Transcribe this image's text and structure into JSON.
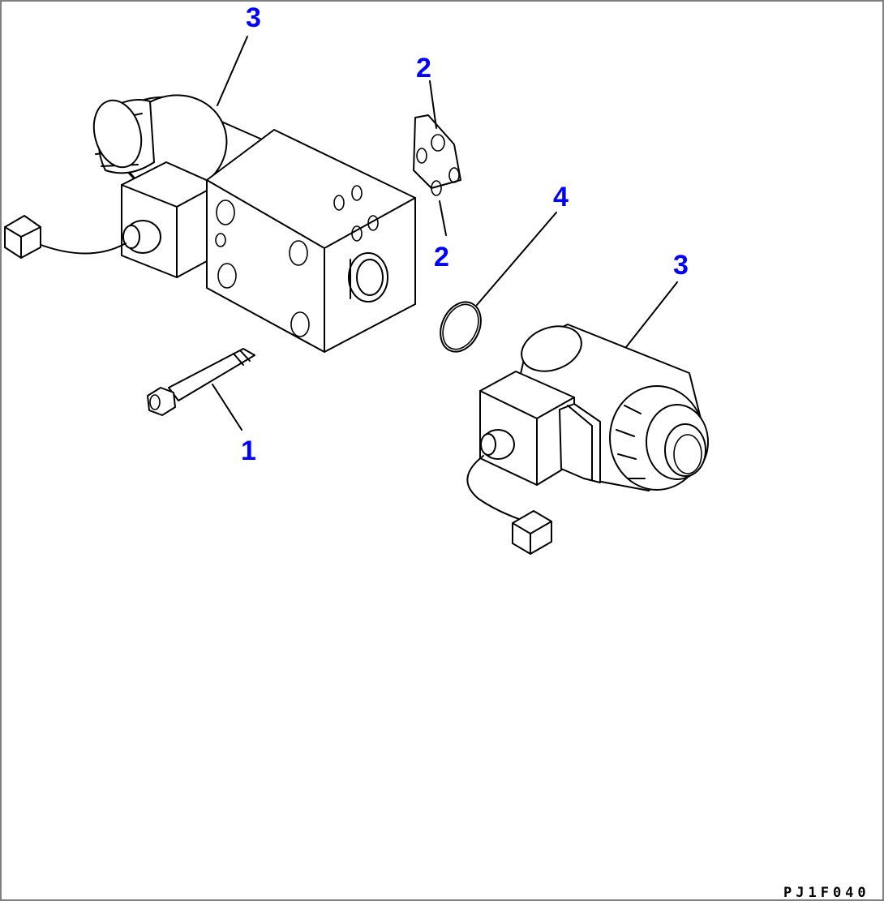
{
  "drawing": {
    "callouts": [
      {
        "id": "callout-3-top",
        "label": "3"
      },
      {
        "id": "callout-2-top",
        "label": "2"
      },
      {
        "id": "callout-2-bottom",
        "label": "2"
      },
      {
        "id": "callout-4",
        "label": "4"
      },
      {
        "id": "callout-3-right",
        "label": "3"
      },
      {
        "id": "callout-1",
        "label": "1"
      }
    ],
    "code": "PJ1F040",
    "colors": {
      "callout": "#0000ff",
      "line": "#000000",
      "background": "#ffffff",
      "frame": "#808080"
    }
  }
}
